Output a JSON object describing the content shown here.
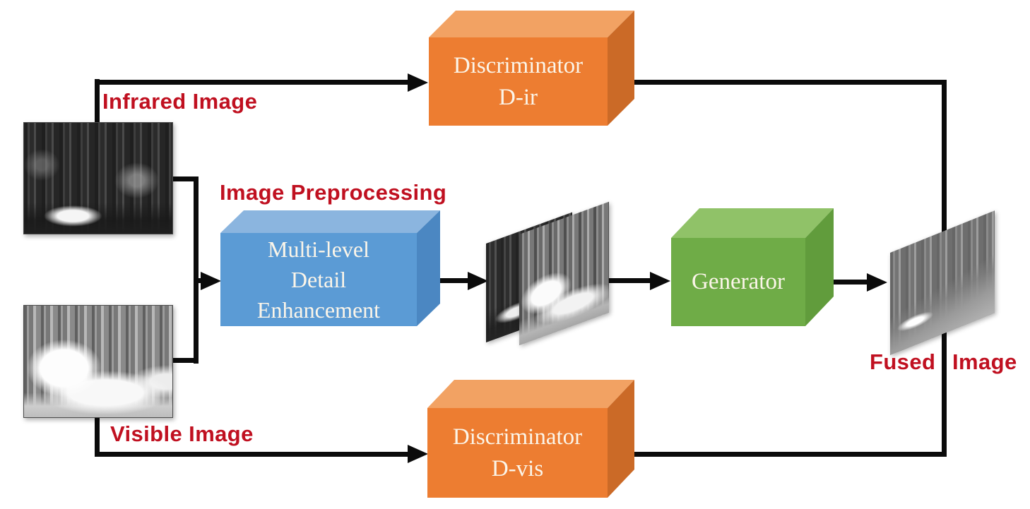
{
  "diagram": {
    "infrared": {
      "label": "Infrared Image"
    },
    "visible": {
      "label": "Visible Image"
    },
    "preprocessing": {
      "caption": "Image Preprocessing",
      "line1": "Multi-level",
      "line2": "Detail",
      "line3": "Enhancement"
    },
    "generator": {
      "label": "Generator"
    },
    "discriminator_ir": {
      "line1": "Discriminator",
      "line2": "D-ir"
    },
    "discriminator_vis": {
      "line1": "Discriminator",
      "line2": "D-vis"
    },
    "fused": {
      "word1": "Fused",
      "word2": "Image"
    },
    "colors": {
      "label_red": "#C01020",
      "line_black": "#0B0B0B",
      "box_text_cream": "#FBF5E9",
      "orange_front": "#ED7D31",
      "orange_top": "#F2A263",
      "orange_side": "#CB6A27",
      "blue_front": "#5B9BD5",
      "blue_top": "#8BB5DF",
      "blue_side": "#4B87C2",
      "green_front": "#6FAC47",
      "green_top": "#90C268",
      "green_side": "#619C3C"
    },
    "icons": {
      "infrared_photo": "infrared-photo",
      "visible_photo": "visible-photo",
      "enhanced_back_photo": "enhanced-infrared-photo",
      "enhanced_front_photo": "enhanced-visible-photo",
      "fused_photo": "fused-photo"
    }
  }
}
